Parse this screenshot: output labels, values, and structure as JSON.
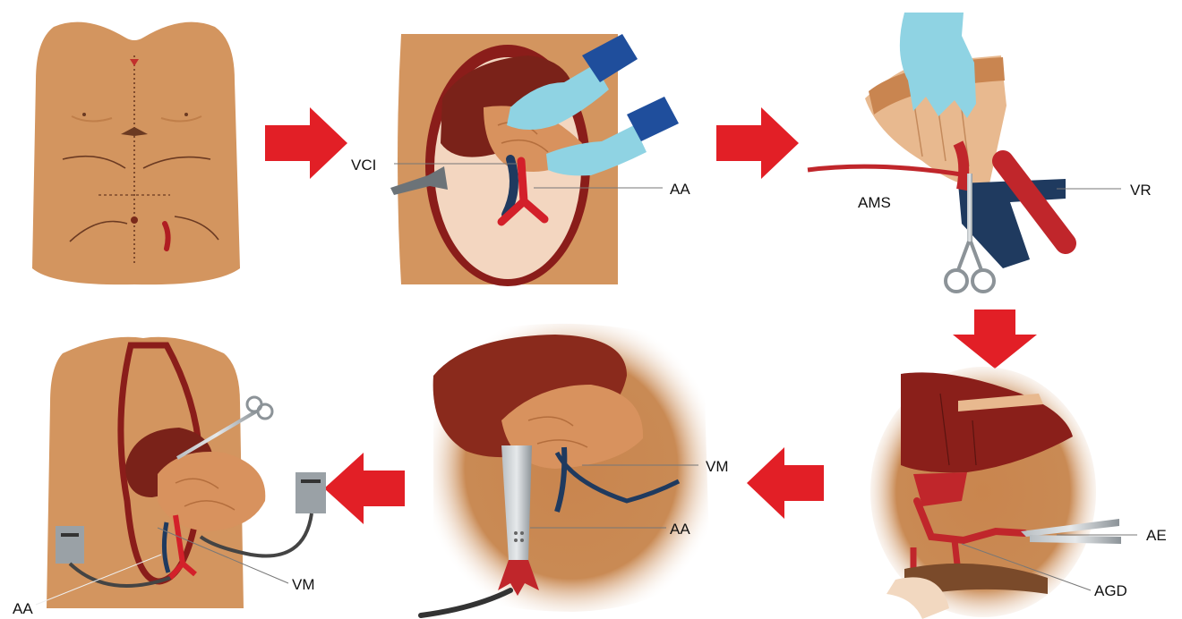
{
  "labels": {
    "vci": "VCI",
    "aa_panel2": "AA",
    "ams": "AMS",
    "vr": "VR",
    "vm_panel5": "VM",
    "aa_panel5": "AA",
    "ae": "AE",
    "agd": "AGD",
    "vm_panel6": "VM",
    "aa_panel6": "AA"
  },
  "colors": {
    "skin": "#d3955f",
    "skin_light": "#e6b487",
    "liver": "#7a2219",
    "artery": "#d3202a",
    "vein": "#1f3a5f",
    "arrow": "#e21f26",
    "glove": "#8fd3e3",
    "cuff": "#1f4e9c",
    "device": "#9aa1a6"
  },
  "icons": [
    "surgical-step-arrow-right",
    "surgical-step-arrow-down",
    "surgical-step-arrow-left"
  ]
}
